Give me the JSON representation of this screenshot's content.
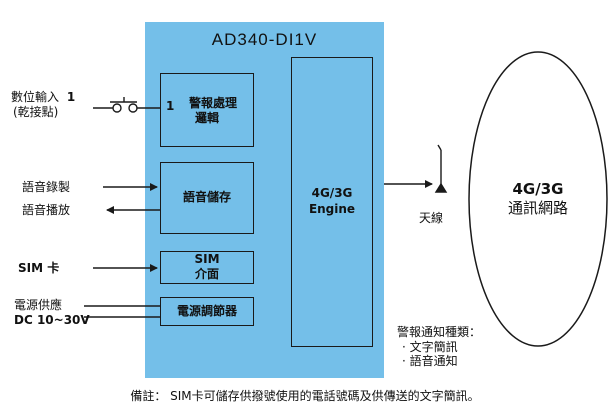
{
  "device_title": "AD340-DI1V",
  "blocks": {
    "alarm": {
      "number": "1",
      "line1": "警報處理",
      "line2": "邏輯"
    },
    "voice_storage": "語音儲存",
    "sim_interface": {
      "line1": "SIM",
      "line2": "介面"
    },
    "power_regulator": "電源調節器",
    "engine": {
      "line1": "4G/3G",
      "line2": "Engine"
    }
  },
  "inputs": {
    "digital_input": {
      "label": "數位輸入",
      "number": "1",
      "sub": "(乾接點)"
    },
    "voice_record": "語音錄製",
    "voice_play": "語音播放",
    "sim_card": "SIM 卡",
    "power_supply": {
      "line1": "電源供應",
      "line2": "DC 10~30V"
    }
  },
  "antenna_label": "天線",
  "network": {
    "line1": "4G/3G",
    "line2": "通訊網路"
  },
  "alarm_types": {
    "title": "警報通知種類：",
    "item1": "· 文字簡訊",
    "item2": "· 語音通知"
  },
  "footnote": "備註： SIM卡可儲存供撥號使用的電話號碼及供傳送的文字簡訊。",
  "colors": {
    "device_fill": "#74bfe9",
    "line": "#1a1a1a"
  }
}
